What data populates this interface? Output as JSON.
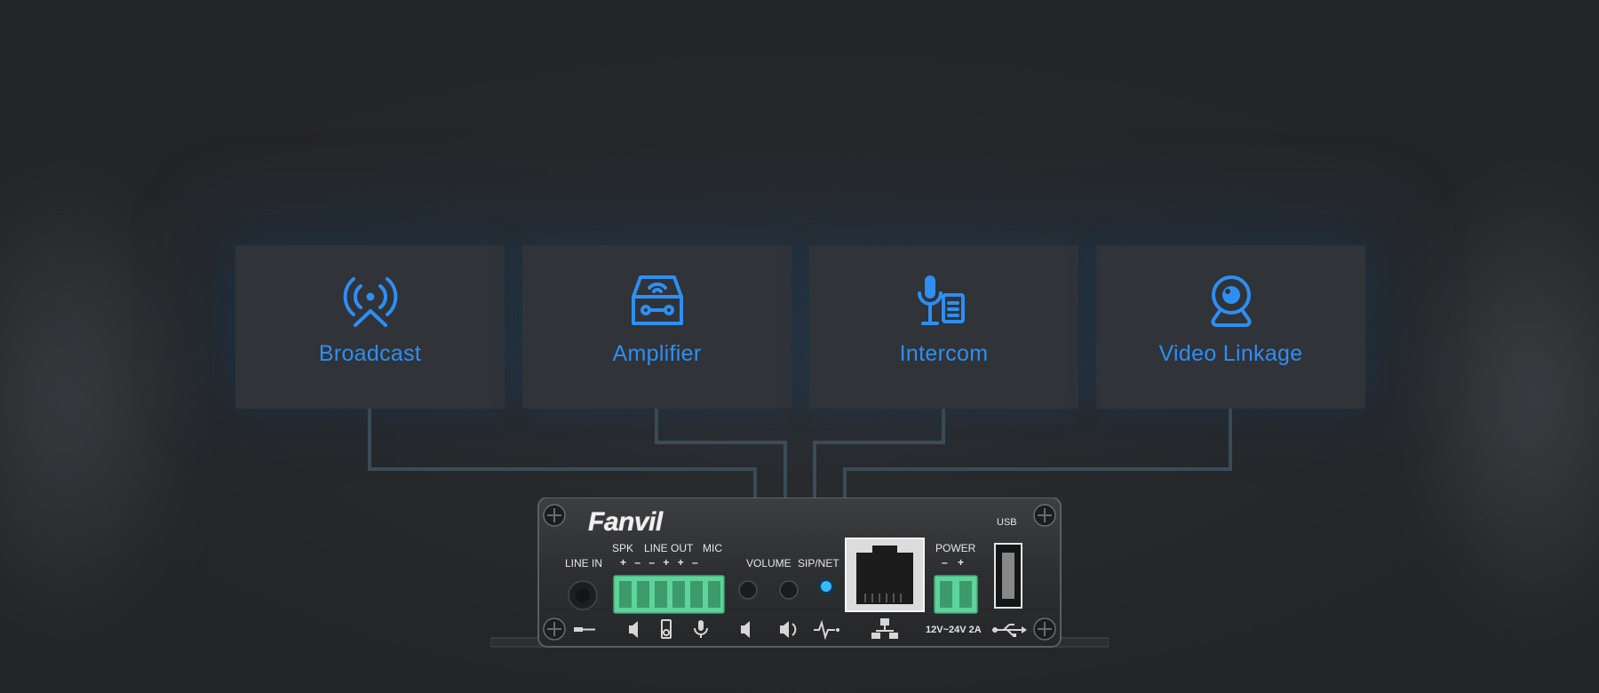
{
  "features": [
    {
      "label": "Broadcast",
      "icon": "broadcast-icon"
    },
    {
      "label": "Amplifier",
      "icon": "amplifier-icon"
    },
    {
      "label": "Intercom",
      "icon": "intercom-icon"
    },
    {
      "label": "Video Linkage",
      "icon": "camera-icon"
    }
  ],
  "device": {
    "brand": "Fanvil",
    "labels": {
      "line_in": "LINE IN",
      "spk": "SPK",
      "line_out": "LINE OUT",
      "mic": "MIC",
      "polarity": "+ – – + + –",
      "volume": "VOLUME",
      "sip_net": "SIP/NET",
      "power": "POWER",
      "power_polarity": "– +",
      "usb": "USB",
      "power_spec": "12V~24V 2A"
    }
  },
  "colors": {
    "accent": "#2e8ef2",
    "terminal": "#5ed39a",
    "led": "#3ab8ff"
  }
}
